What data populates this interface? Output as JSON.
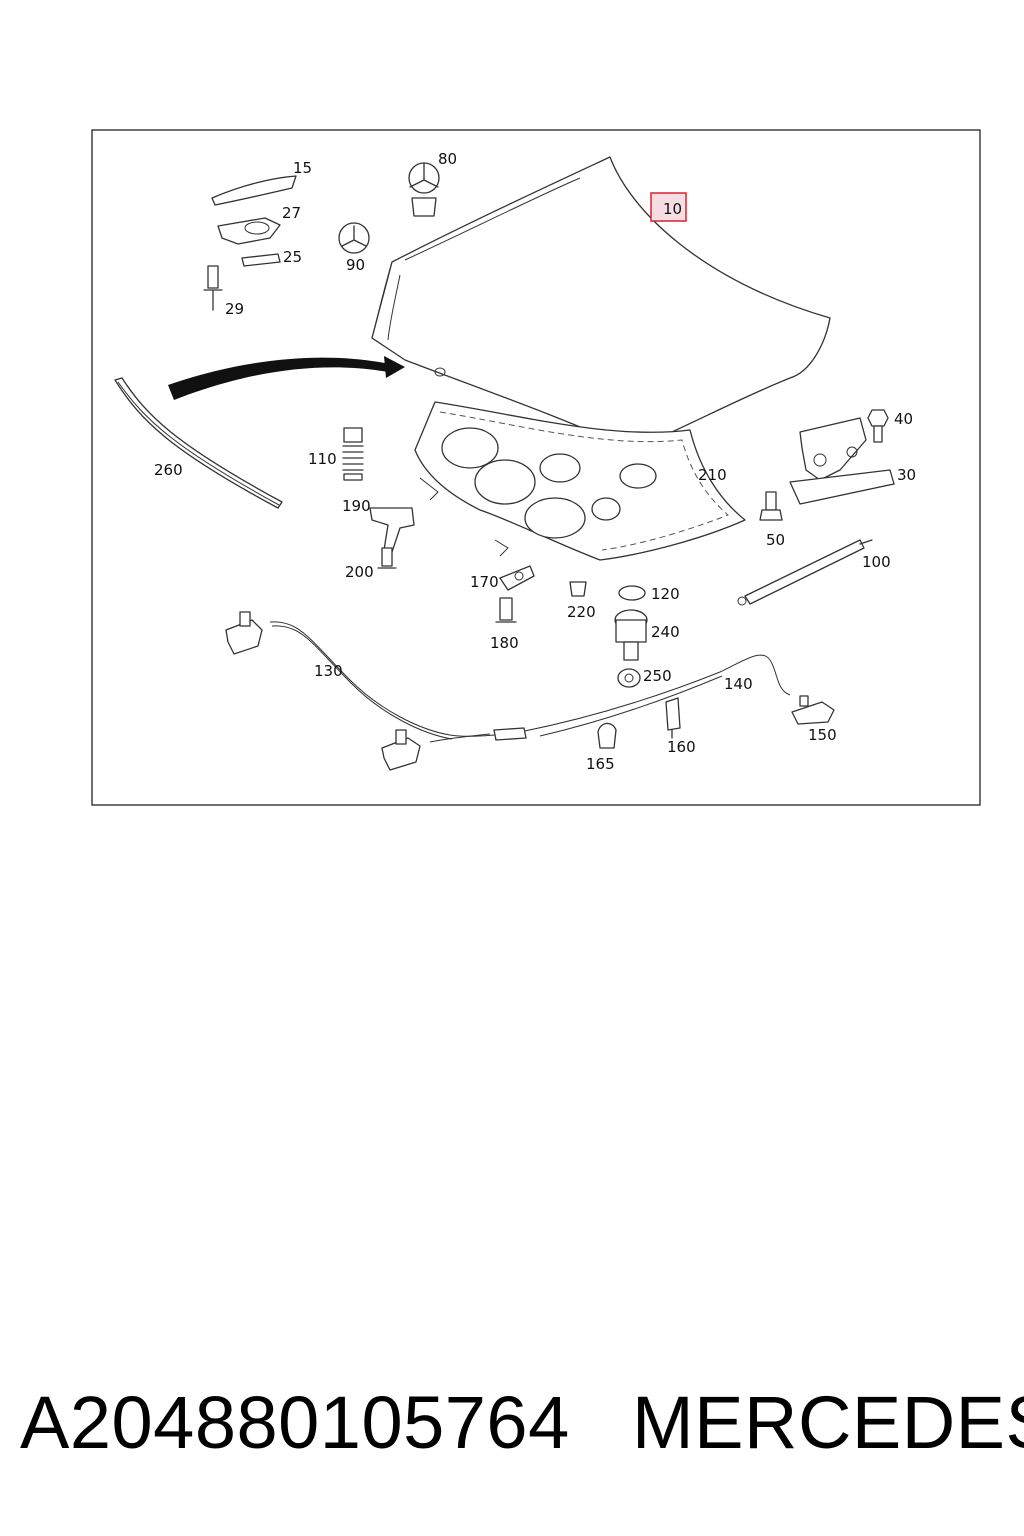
{
  "callouts": {
    "c10": "10",
    "c15": "15",
    "c27": "27",
    "c25": "25",
    "c29": "29",
    "c80": "80",
    "c90": "90",
    "c260": "260",
    "c110": "110",
    "c190": "190",
    "c200": "200",
    "c210": "210",
    "c170": "170",
    "c180": "180",
    "c220": "220",
    "c120": "120",
    "c240": "240",
    "c250": "250",
    "c40": "40",
    "c30": "30",
    "c50": "50",
    "c100": "100",
    "c130": "130",
    "c140": "140",
    "c150": "150",
    "c160": "160",
    "c165": "165"
  },
  "caption": {
    "part_number": "A204880105764",
    "brand": "MERCEDES"
  },
  "colors": {
    "highlight_stroke": "#d9232d",
    "highlight_fill": "#f6dde3"
  }
}
